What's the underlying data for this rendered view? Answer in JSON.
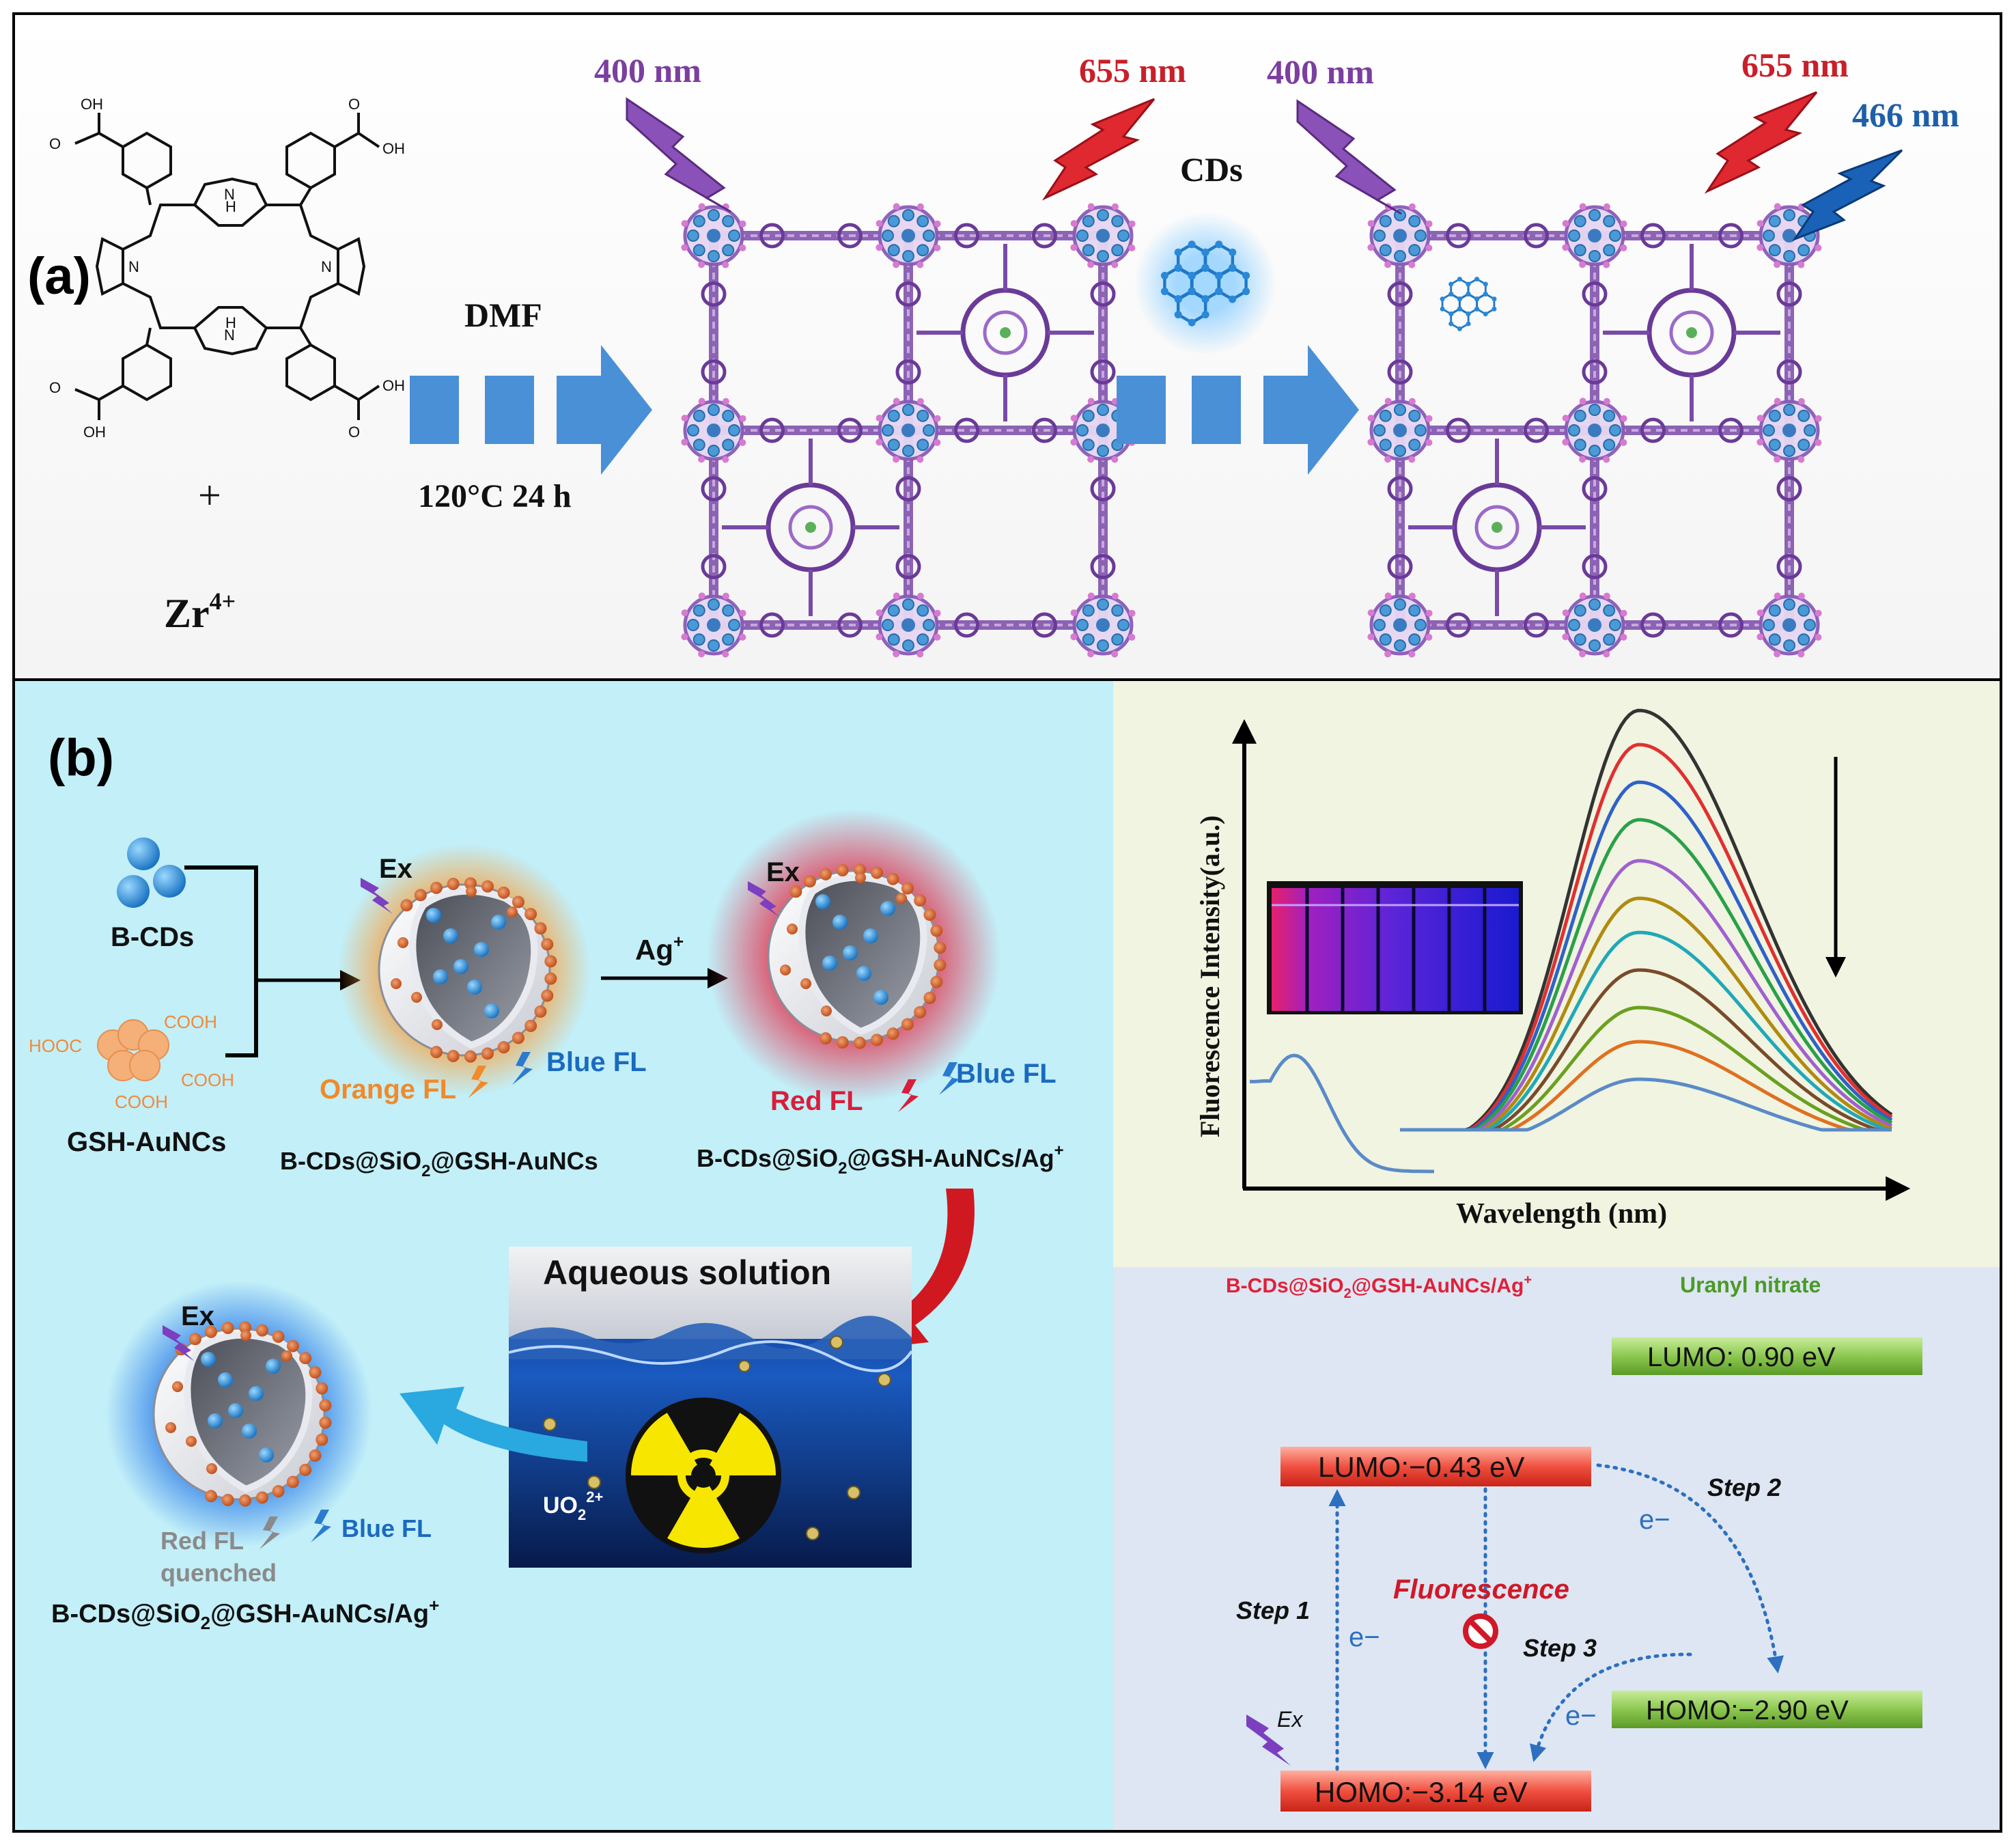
{
  "panel_a": {
    "label": "(a)",
    "plus": "+",
    "metal": "Zr",
    "metal_charge": "4+",
    "solvent": "DMF",
    "conditions": "120°C 24 h",
    "cds_label": "CDs",
    "light_400_left": "400 nm",
    "light_655_left": "655 nm",
    "light_400_right": "400 nm",
    "light_655_right": "655 nm",
    "light_466": "466 nm",
    "colors": {
      "violet": "#7b3fa0",
      "red": "#c8202a",
      "blue": "#1e5fa8",
      "arrow": "#4a90d0"
    }
  },
  "panel_b": {
    "label": "(b)",
    "bcds": "B-CDs",
    "gsh_aunc": "GSH-AuNCs",
    "hooc": "HOOC",
    "cooh": "COOH",
    "ex": "Ex",
    "ag": "Ag",
    "ag_charge": "+",
    "orange_fl": "Orange FL",
    "blue_fl": "Blue FL",
    "red_fl": "Red FL",
    "quenched": "quenched",
    "composite_1": {
      "a": "B-CDs@SiO",
      "sub": "2",
      "b": "@GSH-AuNCs"
    },
    "composite_2": {
      "a": "B-CDs@SiO",
      "sub": "2",
      "b": "@GSH-AuNCs/Ag",
      "sup": "+"
    },
    "aqueous": "Aqueous solution",
    "uo2": {
      "a": "UO",
      "sub": "2",
      "sup": "2+"
    }
  },
  "spectrum": {
    "ylabel": "Fluorescence Intensity(a.u.)",
    "xlabel": "Wavelength (nm)",
    "curve_colors": [
      "#333333",
      "#e03030",
      "#2f62c8",
      "#2aa048",
      "#a060d0",
      "#b08a10",
      "#20a8b8",
      "#7a4a2a",
      "#6aa020",
      "#e07020",
      "#5a8ac8"
    ]
  },
  "energy": {
    "title_left": {
      "a": "B-CDs@SiO",
      "sub": "2",
      "b": "@GSH-AuNCs/Ag",
      "sup": "+"
    },
    "title_right": "Uranyl nitrate",
    "lumo_right": "LUMO: 0.90 eV",
    "lumo_left": "LUMO:−0.43 eV",
    "homo_right": "HOMO:−2.90 eV",
    "homo_left": "HOMO:−3.14 eV",
    "step1": "Step 1",
    "step2": "Step 2",
    "step3": "Step 3",
    "electron": "e−",
    "fluorescence": "Fluorescence",
    "ex": "Ex"
  }
}
